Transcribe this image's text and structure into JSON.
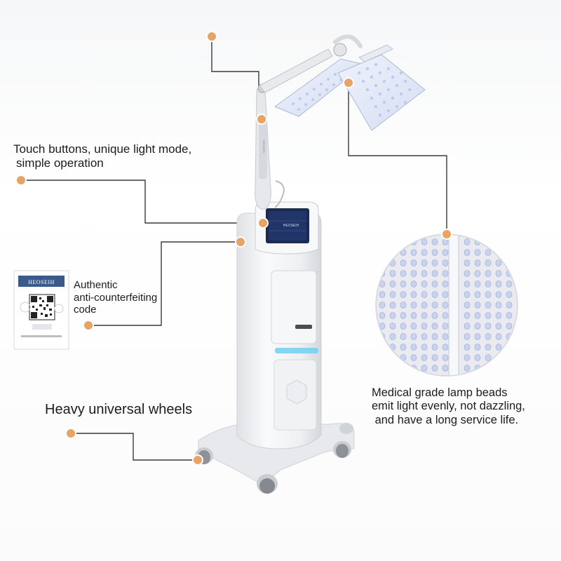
{
  "callouts": {
    "touch_buttons": {
      "line1": "Touch buttons, unique light mode,",
      "line2": "simple operation"
    },
    "anti_counterfeit": {
      "line1": "Authentic",
      "line2": "anti-counterfeiting",
      "line3": "code"
    },
    "wheels": "Heavy universal wheels",
    "lamp_beads": {
      "line1": "Medical grade lamp beads",
      "line2": "emit light evenly, not dazzling,",
      "line3": " and have a long service life."
    }
  },
  "labels": {
    "qr_brand": "HEOSEIH",
    "screen_brand": "HEOSEIH"
  },
  "colors": {
    "marker": "#e8a366",
    "leader_line": "#3a3a3a",
    "device_body": "#f2f3f5",
    "led_bead": "#b7c6ee",
    "accent_glow": "#6fd0f0",
    "screen_bg": "#1b2a52",
    "qr_header": "#3a5a8c"
  }
}
